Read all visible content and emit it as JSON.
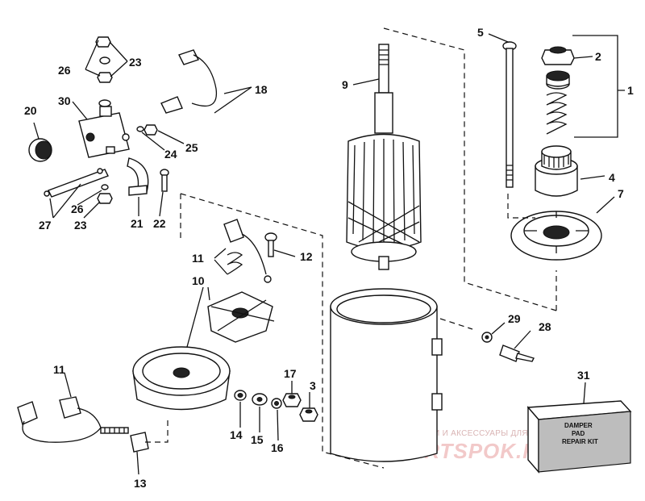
{
  "diagram": {
    "labels": {
      "n1": "1",
      "n2": "2",
      "n3": "3",
      "n4": "4",
      "n5": "5",
      "n7": "7",
      "n9": "9",
      "n10": "10",
      "n11a": "11",
      "n11b": "11",
      "n12": "12",
      "n13": "13",
      "n14": "14",
      "n15": "15",
      "n16": "16",
      "n17": "17",
      "n18": "18",
      "n20": "20",
      "n21": "21",
      "n22": "22",
      "n23a": "23",
      "n23b": "23",
      "n24": "24",
      "n25": "25",
      "n26a": "26",
      "n26b": "26",
      "n27": "27",
      "n28": "28",
      "n29": "29",
      "n30": "30",
      "n31": "31"
    },
    "repair_kit": {
      "line1": "DAMPER",
      "line2": "PAD",
      "line3": "REPAIR KIT"
    }
  },
  "watermark": {
    "tagline": "ЗАПЧАСТИ И АКСЕССУАРЫ ДЛЯ МОТОТЕХНИКИ",
    "brand": "PARTSPOK.RU"
  },
  "colors": {
    "ink": "#111111",
    "watermark": "#f2c9c9"
  }
}
